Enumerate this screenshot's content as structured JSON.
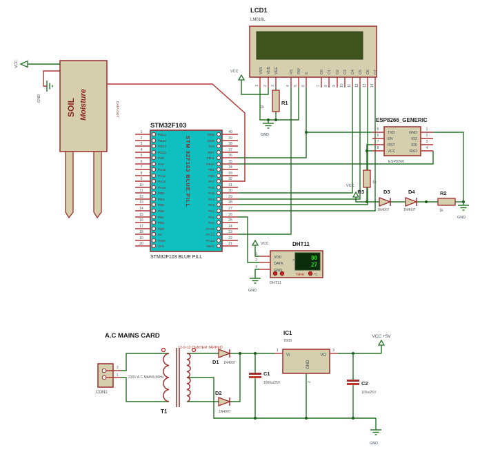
{
  "colors": {
    "green": "#227022",
    "green_dark": "#1b5e1b",
    "red": "#b13434",
    "maroon": "#9d2b2b",
    "tan": "#d5cfae",
    "teal": "#10bfbf",
    "ink": "#1a1a1a",
    "gray": "#555555",
    "navy": "#3b4a57",
    "pin_maroon": "#8c2424",
    "screen": "#3f531d",
    "display_bg": "#0c2d0c",
    "display_green": "#27e427",
    "red_accent": "#c0392b"
  },
  "soil": {
    "title1": "SOIL",
    "title2": "Moisture",
    "data_out": "DATA OUT",
    "vcc": "VCC",
    "gnd": "GND"
  },
  "lcd": {
    "ref": "LCD1",
    "part": "LM016L",
    "vcc": "VCC",
    "gnd": "GND",
    "pins": [
      "VSS",
      "VDD",
      "VEE",
      "RS",
      "RW",
      "E",
      "D0",
      "D1",
      "D2",
      "D3",
      "D4",
      "D5",
      "D6",
      "D7"
    ],
    "nums": [
      "1",
      "2",
      "3",
      "4",
      "5",
      "6",
      "7",
      "8",
      "9",
      "10",
      "11",
      "12",
      "13",
      "14"
    ]
  },
  "r1": {
    "ref": "R1",
    "value": "1k"
  },
  "stm32": {
    "title": "STM32F103",
    "subtitle": "STM32F103 BLUE PILL",
    "center": "STM 32F103 BLUE PILL",
    "lnums": [
      "1",
      "2",
      "3",
      "4",
      "5",
      "6",
      "7",
      "8",
      "9",
      "10",
      "11",
      "12",
      "13",
      "14",
      "15",
      "16",
      "17",
      "18",
      "19",
      "20"
    ],
    "lnames": [
      "PB12",
      "PB13",
      "PB14",
      "PB15",
      "PA8",
      "PA9",
      "PA10",
      "PA11",
      "PA12",
      "PA15",
      "PB3",
      "PB4",
      "PB5",
      "PB6",
      "PB7",
      "PB8",
      "PB9",
      "5V",
      "GND",
      "3V3"
    ],
    "rnums": [
      "40",
      "39",
      "38",
      "37",
      "36",
      "35",
      "34",
      "33",
      "32",
      "31",
      "30",
      "29",
      "28",
      "27",
      "26",
      "25",
      "24",
      "23",
      "22",
      "21"
    ],
    "rnames": [
      "GND",
      "GND",
      "3V3",
      "RST",
      "PB11",
      "PB10",
      "PB1",
      "PB0",
      "PA7",
      "PA6",
      "PA5",
      "PA4",
      "PA3",
      "PA2",
      "PA1",
      "PA0",
      "PC15",
      "PC14",
      "PC13",
      "VBAT"
    ]
  },
  "esp": {
    "title": "ESP8266_GENERIC",
    "sub": "ESP8266",
    "lnums": [
      "5",
      "6",
      "7",
      "8"
    ],
    "lnames": [
      "TXD",
      "EN",
      "RST",
      "VCC"
    ],
    "rnums": [
      "1",
      "2",
      "3",
      "4"
    ],
    "rnames": [
      "GND",
      "IO2",
      "IO0",
      "RXD"
    ]
  },
  "r3": {
    "ref": "R3",
    "value": "1k"
  },
  "r2": {
    "ref": "R2",
    "value": "1k"
  },
  "d3": {
    "ref": "D3",
    "part": "1N4007"
  },
  "d4": {
    "ref": "D4",
    "part": "1N4007"
  },
  "right_rail": {
    "vcc": "VCC",
    "gnd": "GND"
  },
  "dht": {
    "title": "DHT11",
    "sub": "DHT11",
    "vcc": "VCC",
    "gnd": "GND",
    "gt": ">",
    "nums": [
      "1",
      "2",
      "4"
    ],
    "names": [
      "VDD",
      "DATA",
      "GND"
    ],
    "humidity": "80",
    "temperature": "27",
    "rh": "%RH",
    "deg": "°C"
  },
  "power": {
    "title": "A.C MAINS CARD",
    "con1": "CON1",
    "pin1": "1",
    "pin2": "2",
    "mains": "230V A.C MAINS,50Hz",
    "tap_note": "12-0-12 CENTER TAPPED",
    "t1": "T1",
    "d1": "D1",
    "d1v": "1N4007",
    "d2": "D2",
    "d2v": "1N4007",
    "c1": "C1",
    "c1v": "1000u/25V",
    "c2": "C2",
    "c2v": "100u/25V",
    "ic1": "IC1",
    "ic1v": "7805",
    "vi": "VI",
    "vo": "VO",
    "icgnd": "GND",
    "icp1": "1",
    "icp2": "2",
    "icp3": "3",
    "vccout": "VCC +5V",
    "gnd": "GND"
  }
}
